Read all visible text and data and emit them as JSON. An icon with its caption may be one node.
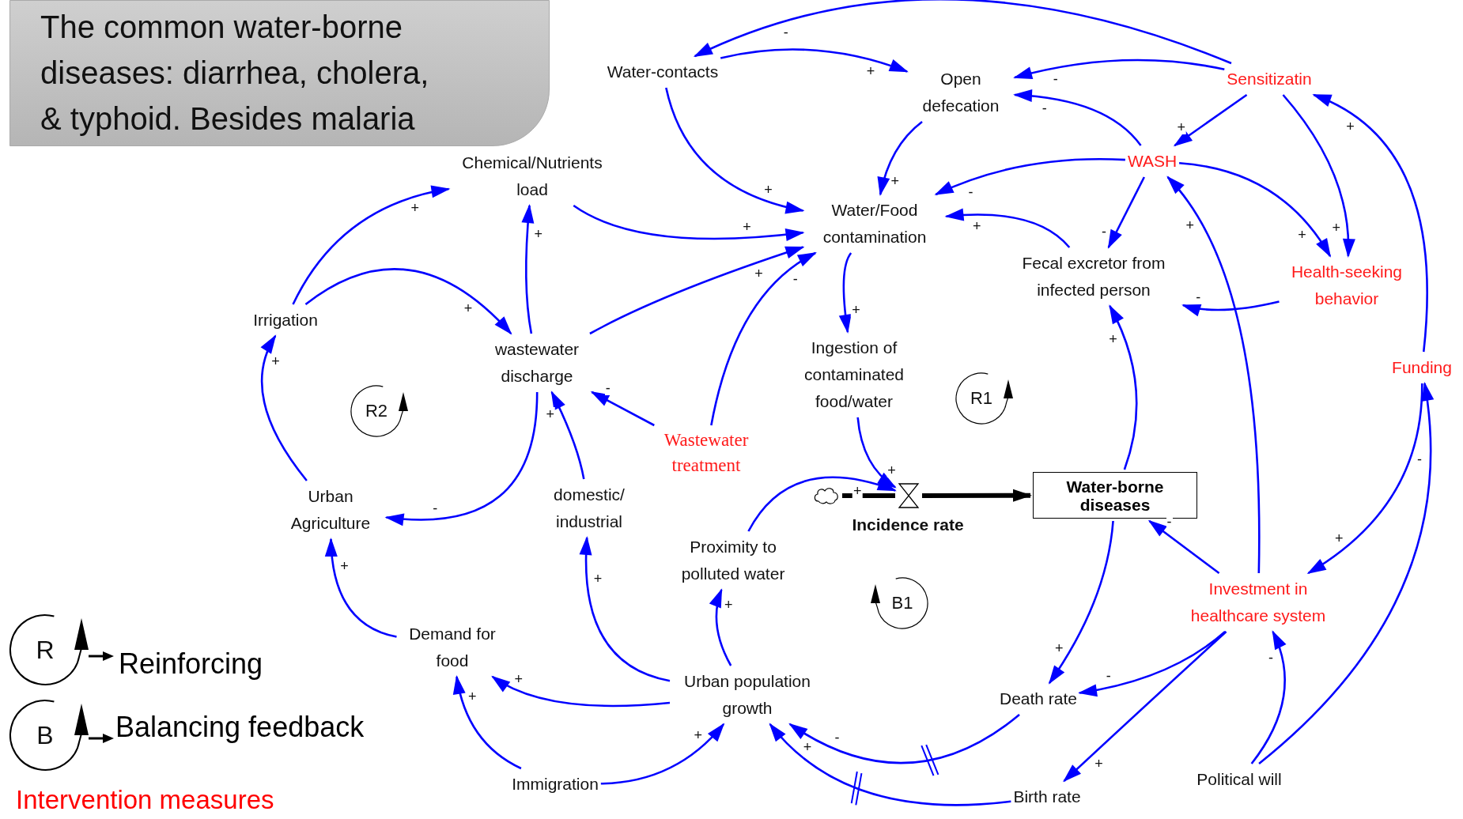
{
  "diagram": {
    "nodes": [
      {
        "text": [
          "The common water-borne diseases: diarrhea, cholera, & typhoid. Besides malaria"
        ]
      },
      {
        "text": [
          "Water-contacts"
        ]
      },
      {
        "text": [
          "Open defecation"
        ]
      },
      {
        "text": [
          "Sensitizatin"
        ]
      },
      {
        "text": [
          "Chemical/Nutrients load"
        ]
      },
      {
        "text": [
          "WASH"
        ]
      },
      {
        "text": [
          "Water/Food contamination"
        ]
      },
      {
        "text": [
          "Fecal excretor from infected person"
        ]
      },
      {
        "text": [
          "Health-seeking behavior"
        ]
      },
      {
        "text": [
          "Irrigation"
        ]
      },
      {
        "text": [
          "wastewater discharge"
        ]
      },
      {
        "text": [
          "Ingestion of contaminated food/water"
        ]
      },
      {
        "text": [
          "Funding"
        ]
      },
      {
        "text": [
          "Wastewater treatment"
        ]
      },
      {
        "text": [
          "Urban Agriculture"
        ]
      },
      {
        "text": [
          "domestic/ industrial"
        ]
      },
      {
        "text": [],
        "shape": "cloud"
      },
      {
        "text": [],
        "shape": "valve",
        "beside": [
          "Incidence rate"
        ]
      },
      {
        "text": [
          "Water-borne diseases"
        ]
      },
      {
        "text": [
          "Proximity to polluted water"
        ]
      },
      {
        "text": [
          "Investment in healthcare system"
        ]
      },
      {
        "text": [
          "Demand for food"
        ]
      },
      {
        "text": [
          "Urban population growth"
        ]
      },
      {
        "text": [
          "Death rate"
        ]
      },
      {
        "text": [
          "Immigration"
        ]
      },
      {
        "text": [
          "Birth rate"
        ]
      },
      {
        "text": [
          "Political will"
        ]
      }
    ],
    "edges": [
      {
        "from": 3,
        "to": 1,
        "arrow": "to",
        "label": "-"
      },
      {
        "from": 1,
        "to": 2,
        "arrow": "to",
        "label": "+"
      },
      {
        "from": 3,
        "to": 2,
        "arrow": "to",
        "label": "-"
      },
      {
        "from": 5,
        "to": 2,
        "arrow": "to",
        "label": "-"
      },
      {
        "from": 3,
        "to": 5,
        "arrow": "to",
        "label": "+"
      },
      {
        "from": 1,
        "to": 6,
        "arrow": "to",
        "label": "+"
      },
      {
        "from": 2,
        "to": 6,
        "arrow": "to",
        "label": "+"
      },
      {
        "from": 5,
        "to": 6,
        "arrow": "to",
        "label": "-"
      },
      {
        "from": 7,
        "to": 6,
        "arrow": "to",
        "label": "+"
      },
      {
        "from": 4,
        "to": 6,
        "arrow": "to",
        "label": "+"
      },
      {
        "from": 10,
        "to": 6,
        "arrow": "to",
        "label": "+"
      },
      {
        "from": 13,
        "to": 6,
        "arrow": "to",
        "label": "-"
      },
      {
        "from": 6,
        "to": 11,
        "arrow": "to",
        "label": "+"
      },
      {
        "from": 5,
        "to": 7,
        "arrow": "to",
        "label": "-"
      },
      {
        "from": 5,
        "to": 8,
        "arrow": "to",
        "label": "+"
      },
      {
        "from": 3,
        "to": 8,
        "arrow": "to",
        "label": "+"
      },
      {
        "from": 8,
        "to": 7,
        "arrow": "to",
        "label": "-"
      },
      {
        "from": 12,
        "to": 3,
        "arrow": "to",
        "label": "+"
      },
      {
        "from": 20,
        "to": 5,
        "arrow": "to",
        "label": "+"
      },
      {
        "from": 18,
        "to": 7,
        "arrow": "to",
        "label": "+"
      },
      {
        "from": 12,
        "to": 20,
        "arrow": "to",
        "label": "+"
      },
      {
        "from": 26,
        "to": 12,
        "arrow": "to",
        "label": "-"
      },
      {
        "from": 26,
        "to": 20,
        "arrow": "to",
        "label": "-"
      },
      {
        "from": 20,
        "to": 18,
        "arrow": "to",
        "label": "-"
      },
      {
        "from": 20,
        "to": 23,
        "arrow": "to",
        "label": "-"
      },
      {
        "from": 20,
        "to": 25,
        "arrow": "to",
        "label": "+"
      },
      {
        "from": 18,
        "to": 23,
        "arrow": "to",
        "label": "+"
      },
      {
        "from": 23,
        "to": 22,
        "arrow": "to",
        "label": "-"
      },
      {
        "from": 25,
        "to": 22,
        "arrow": "to",
        "label": "+"
      },
      {
        "from": 22,
        "to": 19,
        "arrow": "to",
        "label": "+"
      },
      {
        "from": 19,
        "to": 17,
        "arrow": "to",
        "label": "+"
      },
      {
        "from": 11,
        "to": 17,
        "arrow": "to",
        "label": "+"
      },
      {
        "from": 22,
        "to": 15,
        "arrow": "to",
        "label": "+"
      },
      {
        "from": 15,
        "to": 10,
        "arrow": "to",
        "label": "+"
      },
      {
        "from": 13,
        "to": 10,
        "arrow": "to",
        "label": "-"
      },
      {
        "from": 10,
        "to": 4,
        "arrow": "to",
        "label": "+"
      },
      {
        "from": 10,
        "to": 14,
        "arrow": "to",
        "label": "-"
      },
      {
        "from": 9,
        "to": 4,
        "arrow": "to",
        "label": "+"
      },
      {
        "from": 9,
        "to": 10,
        "arrow": "to",
        "label": "+"
      },
      {
        "from": 14,
        "to": 9,
        "arrow": "to",
        "label": "+"
      },
      {
        "from": 21,
        "to": 14,
        "arrow": "to",
        "label": "+"
      },
      {
        "from": 22,
        "to": 21,
        "arrow": "to",
        "label": "+"
      },
      {
        "from": 24,
        "to": 21,
        "arrow": "to",
        "label": "+"
      },
      {
        "from": 24,
        "to": 22,
        "arrow": "to",
        "label": "+"
      },
      {
        "from": 16,
        "to": 17,
        "arrow": "none",
        "style": "thick",
        "color": "#000000"
      },
      {
        "from": 17,
        "to": 18,
        "arrow": "to",
        "style": "thick",
        "color": "#000000"
      }
    ],
    "labels": [
      "R2",
      "R1",
      "B1",
      "R",
      "B"
    ],
    "legend": [
      {
        "text": "Reinforcing"
      },
      {
        "text": "Balancing feedback"
      },
      {
        "text": "Intervention measures",
        "color": "#ff0000"
      }
    ]
  }
}
